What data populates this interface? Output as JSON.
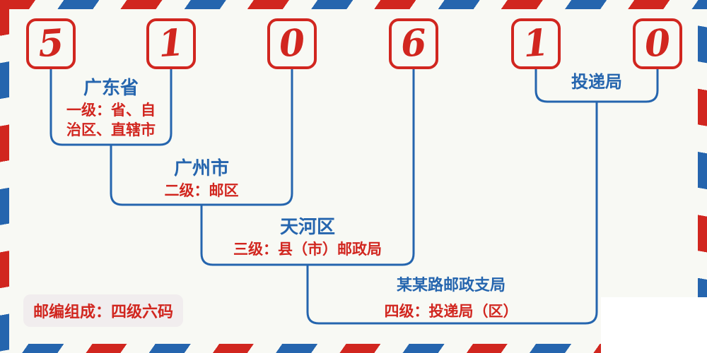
{
  "postal_code": {
    "digits": [
      "5",
      "1",
      "0",
      "6",
      "1",
      "0"
    ]
  },
  "levels": [
    {
      "name": "广东省",
      "desc_lines": [
        "一级：省、自",
        "治区、直辖市"
      ]
    },
    {
      "name": "广州市",
      "desc_lines": [
        "二级：邮区"
      ]
    },
    {
      "name": "天河区",
      "desc_lines": [
        "三级：县（市）邮政局"
      ]
    },
    {
      "name": "某某路邮政支局",
      "desc_lines": [
        "四级：投递局（区）"
      ]
    }
  ],
  "delivery_office_label": "投递局",
  "footer_badge": "邮编组成：四级六码",
  "colors": {
    "red": "#d1261f",
    "blue": "#2565ae",
    "background": "#f8f9f4",
    "badge_background": "#f1edee"
  }
}
